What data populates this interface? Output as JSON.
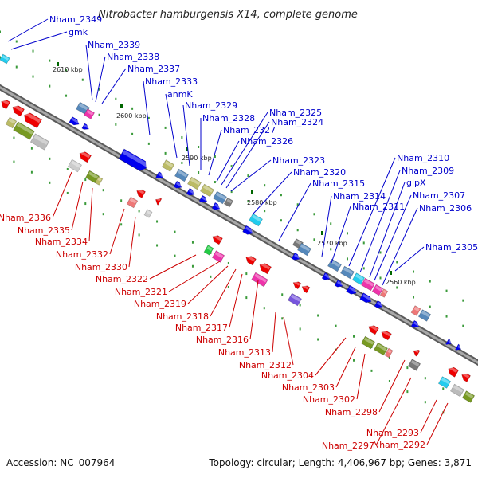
{
  "title": "Nitrobacter hamburgensis X14, complete genome",
  "footer": {
    "accession": "Accession: NC_007964",
    "topology": "Topology: circular; Length: 4,406,967 bp; Genes: 3,871"
  },
  "colors": {
    "forward_label": "#0000cc",
    "reverse_label": "#cc0000",
    "forward_arrow": "#0000ee",
    "reverse_arrow": "#ee0000",
    "backbone": "#808080",
    "tick": "#006600"
  },
  "ticks": [
    "2610 kbp",
    "2600 kbp",
    "2590 kbp",
    "2580 kbp",
    "2570 kbp",
    "2560 kbp"
  ],
  "forward_labels": [
    "Nham_2349",
    "gmk",
    "Nham_2339",
    "Nham_2338",
    "Nham_2337",
    "Nham_2333",
    "anmK",
    "Nham_2329",
    "Nham_2328",
    "Nham_2327",
    "Nham_2326",
    "Nham_2325",
    "Nham_2324",
    "Nham_2323",
    "Nham_2320",
    "Nham_2315",
    "Nham_2314",
    "Nham_2311",
    "Nham_2310",
    "Nham_2309",
    "glpX",
    "Nham_2307",
    "Nham_2306",
    "Nham_2305"
  ],
  "reverse_labels": [
    "Nham_2336",
    "Nham_2335",
    "Nham_2334",
    "Nham_2332",
    "Nham_2330",
    "Nham_2322",
    "Nham_2321",
    "Nham_2319",
    "Nham_2318",
    "Nham_2317",
    "Nham_2316",
    "Nham_2313",
    "Nham_2312",
    "Nham_2304",
    "Nham_2303",
    "Nham_2302",
    "Nham_2298",
    "Nham_2297",
    "Nham_2293",
    "Nham_2292"
  ]
}
